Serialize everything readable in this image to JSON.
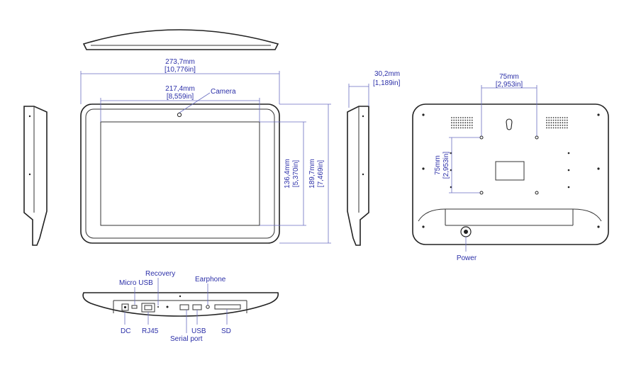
{
  "dimensions": {
    "width_mm": "273,7mm",
    "width_in": "[10,776in]",
    "screen_width_mm": "217,4mm",
    "screen_width_in": "[8,559in]",
    "screen_height_mm": "136,4mm",
    "screen_height_in": "[5,370in]",
    "height_mm": "189,7mm",
    "height_in": "[7,469in]",
    "depth_mm": "30,2mm",
    "depth_in": "[1,189in]",
    "vesa_h_mm": "75mm",
    "vesa_h_in": "[2,953in]",
    "vesa_v_mm": "75mm",
    "vesa_v_in": "[2,953in]"
  },
  "labels": {
    "camera": "Camera",
    "power": "Power",
    "recovery": "Recovery",
    "micro_usb": "Micro USB",
    "earphone": "Earphone",
    "dc": "DC",
    "rj45": "RJ45",
    "usb": "USB",
    "serial_port": "Serial port",
    "sd": "SD"
  },
  "colors": {
    "label_blue": "#2b2fa8",
    "outline": "#222222"
  }
}
